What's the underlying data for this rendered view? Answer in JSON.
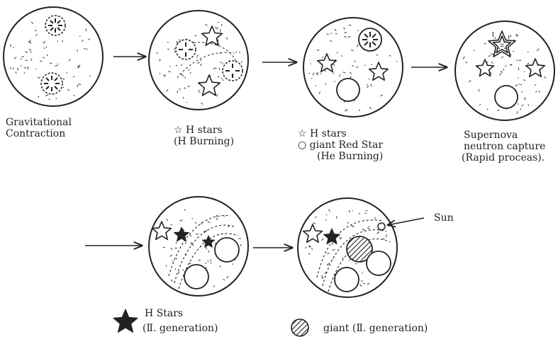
{
  "stages": [
    {
      "lines": [
        "Gravitational",
        "Contraction"
      ]
    },
    {
      "lines": [
        "☆ H stars",
        "(H Burning)"
      ]
    },
    {
      "lines": [
        "☆ H stars",
        "○ giant Red Star",
        "(He Burning)"
      ]
    },
    {
      "lines": [
        "Supernova",
        "neutron capture",
        "(Rapid proceas)."
      ]
    }
  ],
  "sun_label": "Sun",
  "legend": {
    "h_stars": [
      "H Stars",
      "(Ⅱ. generation)"
    ],
    "giant": "giant (Ⅱ. generation)"
  }
}
